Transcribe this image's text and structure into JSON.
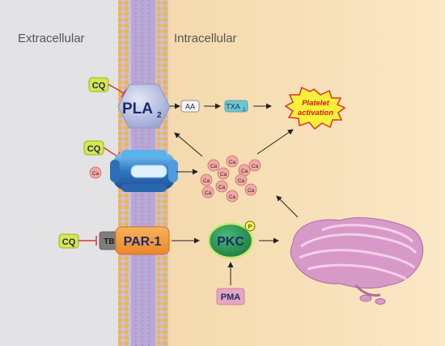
{
  "regions": {
    "extracellular": "Extracellular",
    "intracellular": "Intracellular"
  },
  "inhibitor_labels": {
    "pla2": "CQ",
    "channel": "CQ",
    "par1": "CQ"
  },
  "nodes": {
    "pla2_main": "PLA",
    "pla2_sub": "2",
    "aa": "AA",
    "txa_main": "TXA",
    "txa_sub": "2",
    "activation_line1": "Platelet",
    "activation_line2": "activation",
    "ca_ion": "Ca",
    "tb": "TB",
    "par1": "PAR-1",
    "pkc": "PKC",
    "phospho": "P",
    "pma": "PMA"
  },
  "calcium_cluster": [
    "Ca",
    "Ca",
    "Ca",
    "Ca",
    "Ca",
    "Ca",
    "Ca",
    "Ca",
    "Ca",
    "Ca",
    "Ca"
  ],
  "colors": {
    "extracellular_bg": "#e3e3e5",
    "intracellular_bg": "#f6dcb0",
    "cq_fill": "#d6e84a",
    "inhibit_red": "#d63a2a",
    "pla2_fill": "#aeb7dd",
    "par1_fill": "#f39a3c",
    "pkc_fill": "#2c9c57",
    "pma_fill": "#e6a5c0",
    "ca_fill": "#f2a9a6",
    "channel_blue": "#3f8fd6",
    "er_pink": "#d79ac8",
    "activation_yellow": "#f7f03a"
  }
}
